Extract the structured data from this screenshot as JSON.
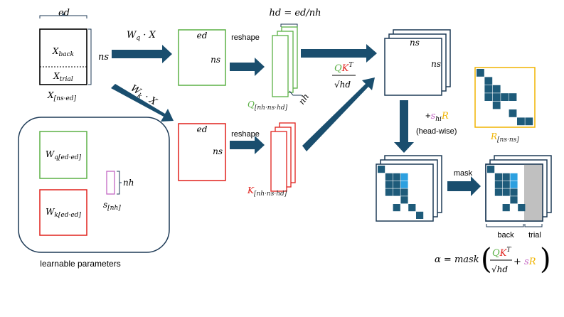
{
  "input": {
    "width_label": "ed",
    "rows_label": "ns",
    "back_base": "X",
    "back_sub": "back",
    "trial_base": "X",
    "trial_sub": "trial",
    "matrix_base": "X",
    "matrix_sub": "[ns·ed]"
  },
  "projections": {
    "q_base": "W",
    "q_sub": "q",
    "q_rest": " · X",
    "k_base": "W",
    "k_sub": "k",
    "k_rest": " · X",
    "q_matrix": {
      "col_label": "ed",
      "row_label": "ns"
    },
    "k_matrix": {
      "col_label": "ed",
      "row_label": "ns"
    },
    "reshape_q": "reshape",
    "reshape_k": "reshape"
  },
  "heads": {
    "hd_formula": "hd = ed/nh",
    "nh_label": "nh",
    "q_base": "Q",
    "q_sub": "[nh·ns·hd]",
    "k_base": "K",
    "k_sub": "[nh·ns·hd]"
  },
  "scores": {
    "q": "Q",
    "k": "K",
    "t": "T",
    "denom": "√hd",
    "col_label": "ns",
    "row_label": "ns"
  },
  "bias": {
    "plus": "+",
    "s": "s",
    "s_sub": "hi",
    "r": "R",
    "note": "(head-wise)",
    "r_base": "R",
    "r_sub": "[ns·ns]",
    "r_matrix_cells": [
      [
        0,
        0
      ],
      [
        1,
        1
      ],
      [
        2,
        1
      ],
      [
        2,
        2
      ],
      [
        3,
        1
      ],
      [
        3,
        2
      ],
      [
        3,
        3
      ],
      [
        3,
        4
      ],
      [
        4,
        2
      ],
      [
        5,
        4
      ],
      [
        6,
        5
      ],
      [
        6,
        6
      ]
    ]
  },
  "learnable": {
    "wq_base": "W",
    "wq_sub": "q[ed·ed]",
    "wk_base": "W",
    "wk_sub": "k[ed·ed]",
    "s_base": "s",
    "s_sub": "[nh]",
    "nh_label": "nh",
    "caption": "learnable parameters"
  },
  "mask": {
    "label": "mask",
    "back_label": "back",
    "trial_label": "trial",
    "matrix_cells": [
      [
        0,
        0
      ],
      [
        1,
        1
      ],
      [
        1,
        2
      ],
      [
        1,
        3
      ],
      [
        2,
        1
      ],
      [
        2,
        2
      ],
      [
        2,
        3
      ],
      [
        3,
        1
      ],
      [
        3,
        2
      ],
      [
        3,
        3
      ],
      [
        4,
        3
      ],
      [
        5,
        2
      ],
      [
        5,
        4
      ],
      [
        6,
        5
      ]
    ],
    "highlight_cells": [
      [
        1,
        3
      ],
      [
        2,
        3
      ]
    ]
  },
  "formula": {
    "alpha": "α",
    "eq": " = ",
    "mask": "mask",
    "q": "Q",
    "k": "K",
    "t": "T",
    "denom": "√hd",
    "plus": " + ",
    "s": "s",
    "r": "R"
  },
  "colors": {
    "arrow": "#1a4e6e",
    "query": "#5bb045",
    "key": "#e0201b",
    "s_param": "#c466c4",
    "r_matrix": "#f0b400",
    "dark_navy": "#1d3a56",
    "cell_dark": "#1e5b7a",
    "cell_light": "#2ca0e0",
    "trial_fill": "#c0c0c0"
  }
}
